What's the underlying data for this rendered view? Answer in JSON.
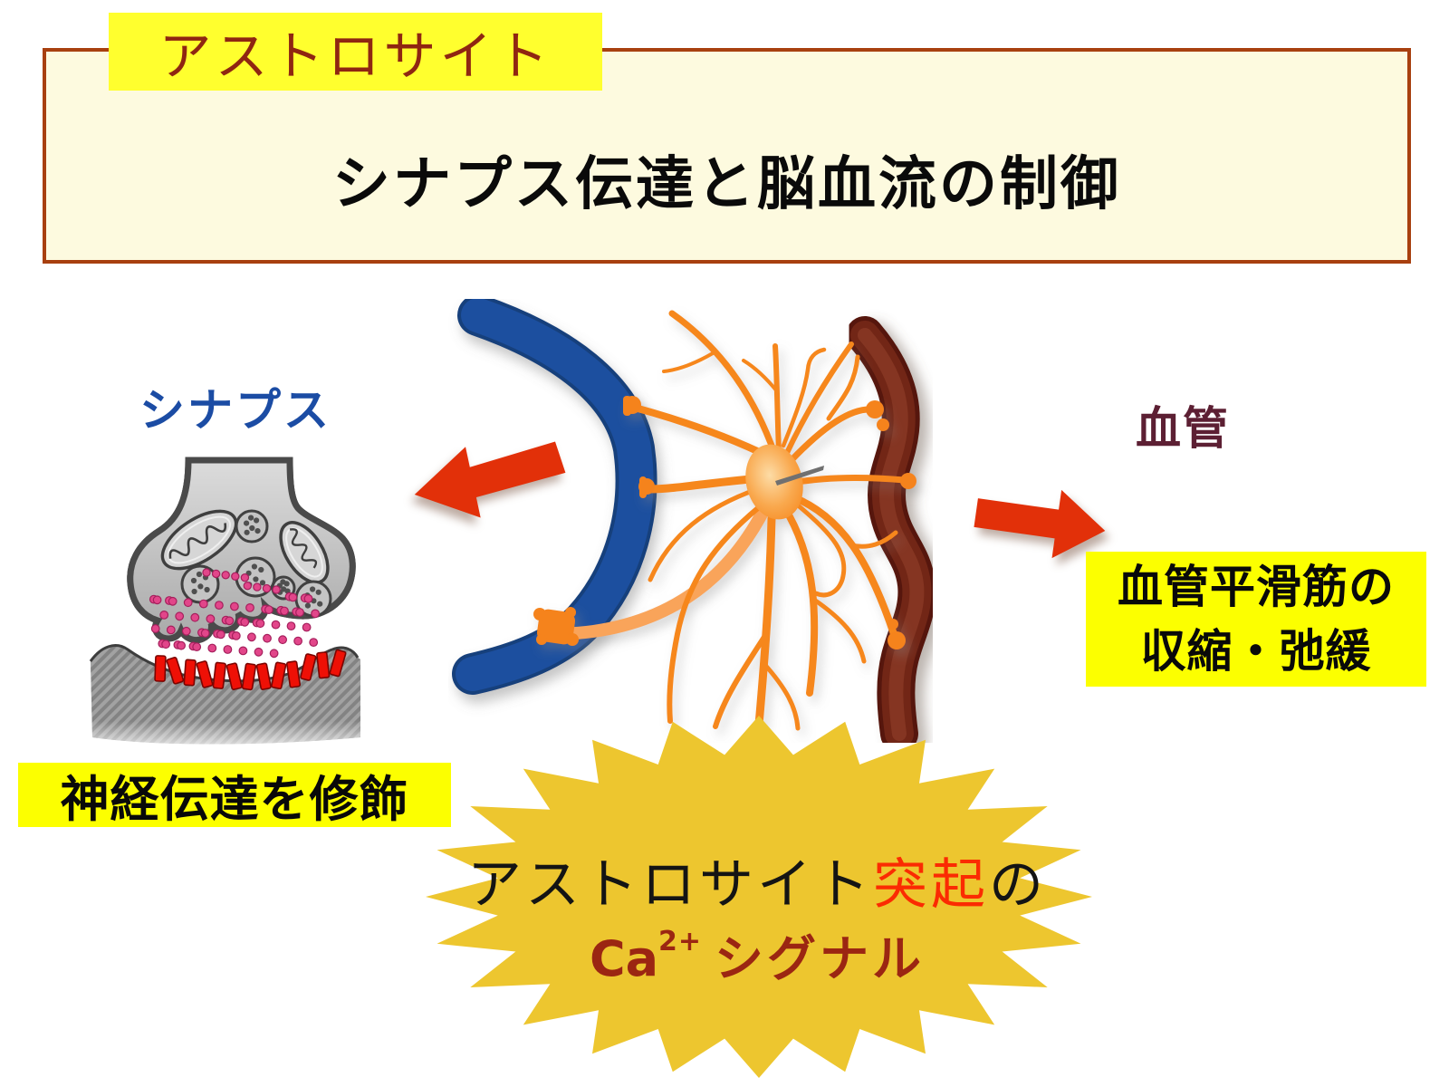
{
  "slide": {
    "tag": "アストロサイト",
    "title": "シナプス伝達と脳血流の制御"
  },
  "synapse_side": {
    "label": "シナプス",
    "caption": "神経伝達を修飾"
  },
  "vessel_side": {
    "label": "血管",
    "caption_line1": "血管平滑筋の",
    "caption_line2": "収縮・弛緩"
  },
  "burst": {
    "line1_pre": "アストロサイト",
    "line1_highlight": "突起",
    "line1_post": "の",
    "line2_base": "Ca",
    "line2_sup": "2+",
    "line2_rest": "シグナル"
  },
  "icons": {
    "left_arrow": "left-arrow",
    "right_arrow": "right-arrow"
  },
  "colors": {
    "box_border": "#A8400F",
    "box_background": "#FDFADF",
    "tag_background": "#FFFF2E",
    "tag_text": "#8F2611",
    "synapse_label_blue": "#1B4CA4",
    "vessel_label_maroon": "#5C1F33",
    "caption_yellow": "#FCFF00",
    "starburst_yellow": "#EDC62F",
    "burst_highlight_red": "#FB2B02",
    "burst_dark_red": "#9B2612",
    "arrow_red": "#E23009",
    "neuron_blue": "#1F4F9F",
    "astrocyte_orange": "#F6871C",
    "vessel_dark_red": "#6E2415",
    "neurotransmitter_pink": "#E2468A",
    "receptor_red": "#EE1006"
  }
}
